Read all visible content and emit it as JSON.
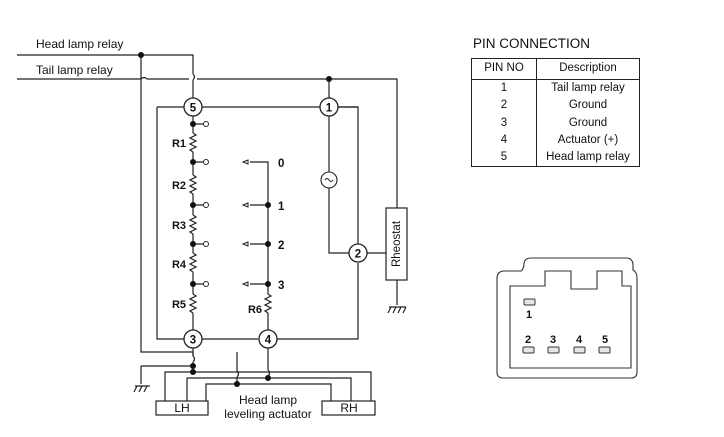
{
  "wires": {
    "head_lamp_relay": "Head lamp relay",
    "tail_lamp_relay": "Tail lamp relay"
  },
  "terminals": [
    "1",
    "2",
    "3",
    "4",
    "5"
  ],
  "resistors": [
    "R1",
    "R2",
    "R3",
    "R4",
    "R5",
    "R6"
  ],
  "switch_positions": [
    "0",
    "1",
    "2",
    "3"
  ],
  "rheostat": "Rheostat",
  "actuator": {
    "left": "LH",
    "right": "RH",
    "label_line1": "Head lamp",
    "label_line2": "leveling actuator"
  },
  "pin_connection": {
    "title": "PIN CONNECTION",
    "headers": [
      "PIN NO",
      "Description"
    ],
    "rows": [
      {
        "pin": "1",
        "desc": "Tail lamp relay"
      },
      {
        "pin": "2",
        "desc": "Ground"
      },
      {
        "pin": "3",
        "desc": "Ground"
      },
      {
        "pin": "4",
        "desc": "Actuator (+)"
      },
      {
        "pin": "5",
        "desc": "Head lamp relay"
      }
    ]
  },
  "connector_pins": [
    "1",
    "2",
    "3",
    "4",
    "5"
  ]
}
